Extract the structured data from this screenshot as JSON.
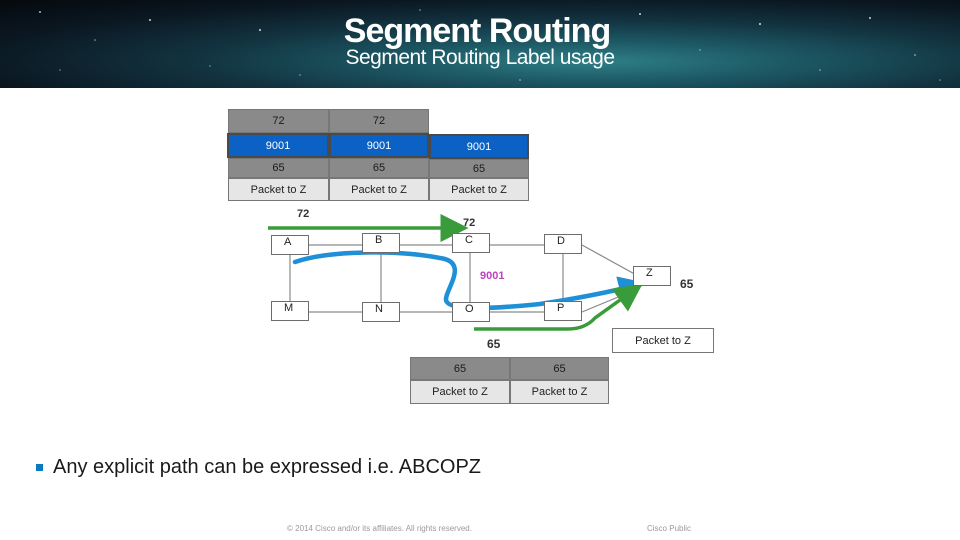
{
  "header": {
    "title": "Segment Routing",
    "subtitle": "Segment Routing Label usage"
  },
  "top_stacks": [
    {
      "labels": [
        "72",
        "9001",
        "65",
        "Packet to Z"
      ]
    },
    {
      "labels": [
        "72",
        "9001",
        "65",
        "Packet to Z"
      ]
    },
    {
      "labels": [
        "9001",
        "65",
        "Packet to Z"
      ]
    }
  ],
  "nodes": [
    "A",
    "B",
    "C",
    "D",
    "M",
    "N",
    "O",
    "P",
    "Z"
  ],
  "path_labels": {
    "top_arrow_left": "72",
    "top_arrow_right": "72",
    "sid_9001": "9001",
    "z_label": "65",
    "bottom_arrow": "65"
  },
  "bottom_stacks": [
    {
      "labels": [
        "65",
        "Packet to Z"
      ]
    },
    {
      "labels": [
        "65",
        "Packet to Z"
      ]
    }
  ],
  "z_packet": "Packet to Z",
  "bullet": "Any explicit path can be expressed i.e. ABCOPZ",
  "footer": {
    "copyright": "© 2014 Cisco and/or its affiliates. All rights reserved.",
    "classification": "Cisco Public"
  },
  "colors": {
    "label_blue": "#0b62c4",
    "path_blue": "#1f8fd6",
    "arrow_green": "#3a9b3a",
    "sid_magenta": "#c040c0",
    "bullet_blue": "#0a7ac0"
  }
}
